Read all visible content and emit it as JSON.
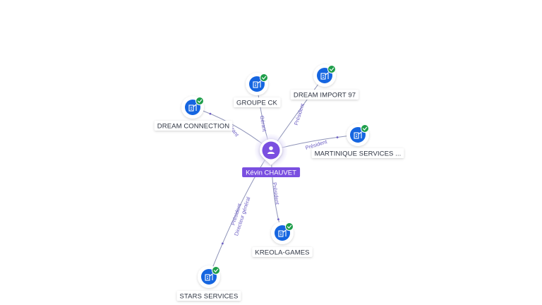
{
  "center": {
    "name": "Kévin CHAUVET",
    "icon": "person-icon",
    "color": "#7a4fe0"
  },
  "companies": [
    {
      "id": "groupe-ck",
      "name": "GROUPE CK",
      "role": "Gérant",
      "icon": "building-icon",
      "verified": true
    },
    {
      "id": "dream-import-97",
      "name": "DREAM IMPORT 97",
      "role": "Président",
      "icon": "building-icon",
      "verified": true
    },
    {
      "id": "dream-connection",
      "name": "DREAM CONNECTION",
      "role": "Gérant",
      "icon": "building-icon",
      "verified": true
    },
    {
      "id": "martinique-services",
      "name": "MARTINIQUE SERVICES ...",
      "role": "Président",
      "icon": "building-icon",
      "verified": true
    },
    {
      "id": "kreola-games",
      "name": "KREOLA-GAMES",
      "role": "Président",
      "icon": "building-icon",
      "verified": true
    },
    {
      "id": "stars-services",
      "name": "STARS SERVICES",
      "role": "Président\nDirecteur général",
      "icon": "building-icon",
      "verified": true
    }
  ],
  "colors": {
    "edge": "#8e93b8",
    "edge_label": "#6d5fc4",
    "company": "#1565e0",
    "check": "#1e9e4a",
    "person": "#7a4fe0"
  }
}
